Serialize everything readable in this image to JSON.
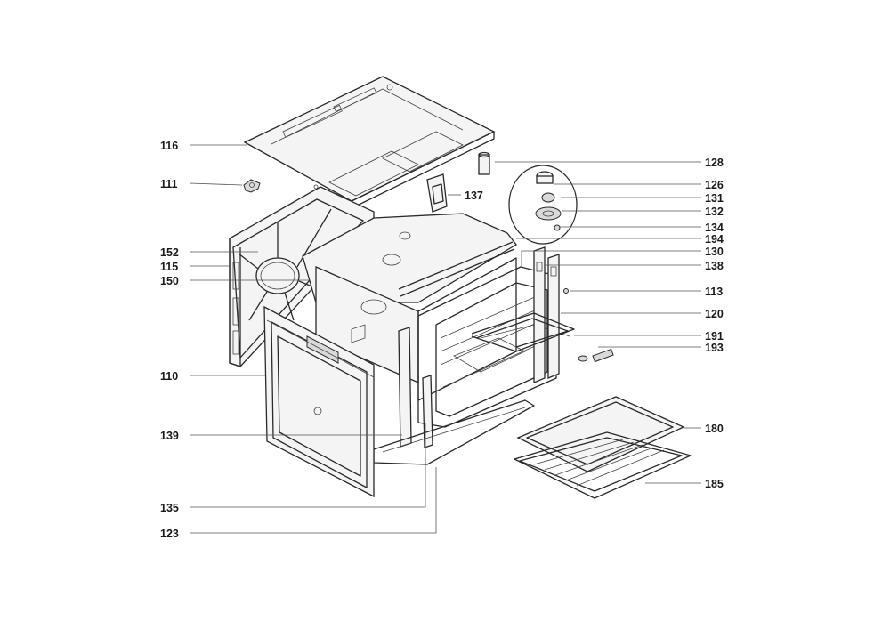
{
  "callouts": {
    "116": "116",
    "111": "111",
    "152": "152",
    "115": "115",
    "150": "150",
    "110": "110",
    "139": "139",
    "135": "135",
    "123": "123",
    "137": "137",
    "128": "128",
    "126": "126",
    "131": "131",
    "132": "132",
    "134": "134",
    "194": "194",
    "130": "130",
    "138": "138",
    "113": "113",
    "120": "120",
    "191": "191",
    "193": "193",
    "180": "180",
    "185": "185"
  }
}
